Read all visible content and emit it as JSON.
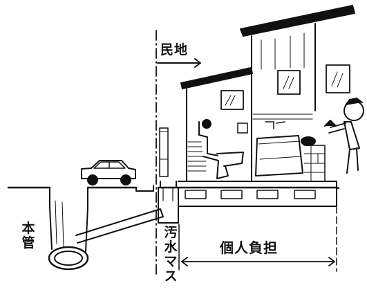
{
  "labels": {
    "private_land": "民地",
    "main_pipe": "本\n管",
    "sewage_basin": "汚\n水\nマ\nス",
    "owner_burden": "個人負担"
  }
}
